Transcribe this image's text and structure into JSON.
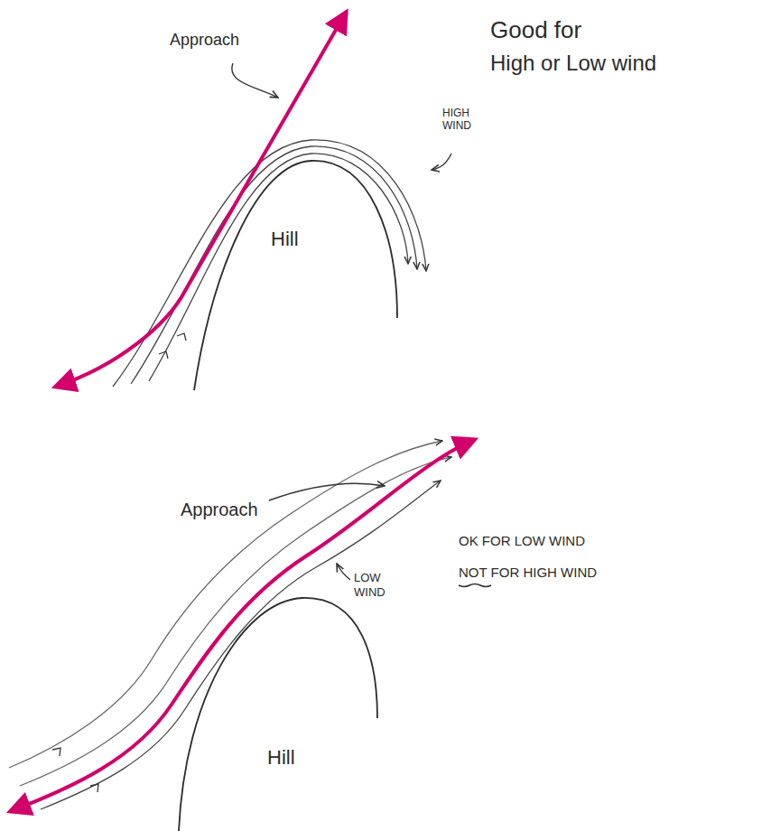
{
  "diagram": {
    "labels": [
      "Approach",
      "Good for",
      "High or Low wind",
      "HIGH WIND",
      "Hill",
      "Approach",
      "LOW WIND",
      "OK FOR LOW WIND",
      "NOT FOR HIGH WIND",
      "Hill"
    ]
  }
}
